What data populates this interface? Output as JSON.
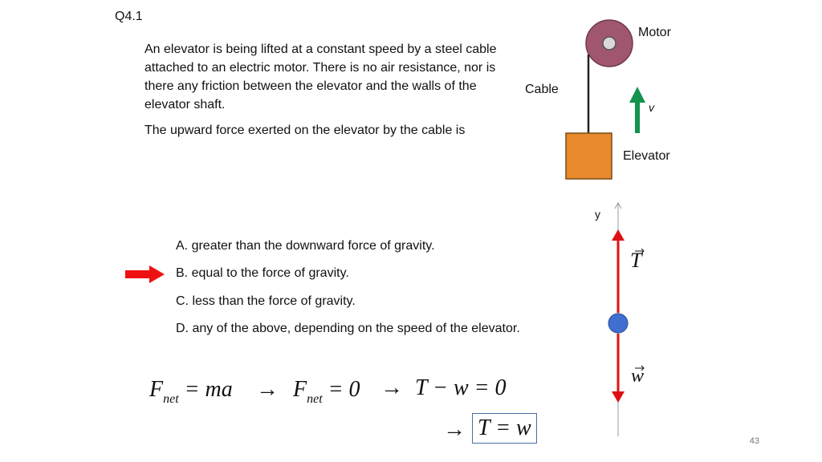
{
  "slide": {
    "id": "Q4.1",
    "page_number": "43"
  },
  "question": {
    "paragraph_1": "An elevator is being lifted at a constant speed by a steel cable attached to an electric motor. There is no air resistance, nor is there any friction between the elevator and the walls of the elevator shaft.",
    "paragraph_2": "The upward force exerted on the elevator by the cable is"
  },
  "choices": [
    {
      "label": "A. greater than the downward force of gravity."
    },
    {
      "label": "B. equal to the force of gravity.",
      "selected": true
    },
    {
      "label": "C. less than the force of gravity."
    },
    {
      "label": "D. any of the above, depending on the speed of the elevator."
    }
  ],
  "diagram": {
    "motor_label": "Motor",
    "cable_label": "Cable",
    "velocity_label": "v",
    "elevator_label": "Elevator",
    "colors": {
      "motor": "#a0566f",
      "elevator": "#e8892e",
      "velocity_arrow": "#14934c",
      "selection_arrow": "#ee1111"
    }
  },
  "free_body_diagram": {
    "axis_label": "y",
    "tension_label": "T",
    "weight_label": "w",
    "colors": {
      "force_arrows": "#dd1111",
      "body": "#3f6fd0"
    }
  },
  "equations": {
    "line1_F": "F",
    "line1_sub": "net",
    "line1_rhs": " = ma",
    "arrow1": "→",
    "line2_F": "F",
    "line2_sub": "net",
    "line2_rhs": " = 0",
    "arrow2": "→",
    "line3": "T − w = 0",
    "arrow3": "→",
    "result": "T = w"
  }
}
